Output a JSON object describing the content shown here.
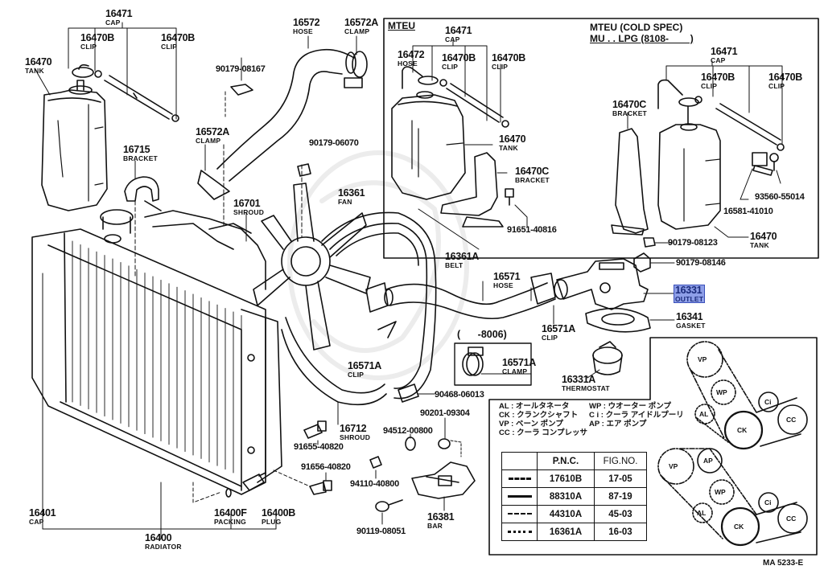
{
  "diagram": {
    "title": "Radiator & Water Outlet parts diagram",
    "reference_code": "MA 5233-E",
    "highlight_color": "#8e9fe8",
    "callouts": [
      {
        "id": "c1",
        "pn": "16471",
        "name": "CAP"
      },
      {
        "id": "c2",
        "pn": "16470B",
        "name": "CLIP"
      },
      {
        "id": "c3",
        "pn": "16470B",
        "name": "CLIP"
      },
      {
        "id": "c4",
        "pn": "16470",
        "name": "TANK"
      },
      {
        "id": "c5",
        "pn": "16572",
        "name": "HOSE"
      },
      {
        "id": "c6",
        "pn": "16572A",
        "name": "CLAMP"
      },
      {
        "id": "c7",
        "pn": "90179-08167",
        "name": ""
      },
      {
        "id": "c8",
        "pn": "16572A",
        "name": "CLAMP"
      },
      {
        "id": "c9",
        "pn": "16715",
        "name": "BRACKET"
      },
      {
        "id": "c10",
        "pn": "90179-06070",
        "name": ""
      },
      {
        "id": "c11",
        "pn": "16701",
        "name": "SHROUD"
      },
      {
        "id": "c12",
        "pn": "16361",
        "name": "FAN"
      },
      {
        "id": "c13",
        "pn": "16361A",
        "name": "BELT"
      },
      {
        "id": "c14",
        "pn": "16571",
        "name": "HOSE"
      },
      {
        "id": "c15",
        "pn": "16571A",
        "name": "CLIP"
      },
      {
        "id": "c16",
        "pn": "16571A",
        "name": "CLIP"
      },
      {
        "id": "c17",
        "pn": "16571A",
        "name": "CLAMP"
      },
      {
        "id": "c18",
        "pn": "90179-08146",
        "name": ""
      },
      {
        "id": "c19",
        "pn": "16331",
        "name": "OUTLET",
        "highlighted": true
      },
      {
        "id": "c20",
        "pn": "16341",
        "name": "GASKET"
      },
      {
        "id": "c21",
        "pn": "16331A",
        "name": "THERMOSTAT"
      },
      {
        "id": "c22",
        "pn": "90468-06013",
        "name": ""
      },
      {
        "id": "c23",
        "pn": "90201-09304",
        "name": ""
      },
      {
        "id": "c24",
        "pn": "94512-00800",
        "name": ""
      },
      {
        "id": "c25",
        "pn": "16712",
        "name": "SHROUD"
      },
      {
        "id": "c26",
        "pn": "91655-40820",
        "name": ""
      },
      {
        "id": "c27",
        "pn": "91656-40820",
        "name": ""
      },
      {
        "id": "c28",
        "pn": "94110-40800",
        "name": ""
      },
      {
        "id": "c29",
        "pn": "90119-08051",
        "name": ""
      },
      {
        "id": "c30",
        "pn": "16381",
        "name": "BAR"
      },
      {
        "id": "c31",
        "pn": "16401",
        "name": "CAP"
      },
      {
        "id": "c32",
        "pn": "16400",
        "name": "RADIATOR"
      },
      {
        "id": "c33",
        "pn": "16400F",
        "name": "PACKING"
      },
      {
        "id": "c34",
        "pn": "16400B",
        "name": "PLUG"
      }
    ],
    "date_note": {
      "open": "(",
      "text": "-8006)"
    }
  },
  "mteu_box": {
    "header": "MTEU",
    "callouts": [
      {
        "pn": "16471",
        "name": "CAP"
      },
      {
        "pn": "16472",
        "name": "HOSE"
      },
      {
        "pn": "16470B",
        "name": "CLIP"
      },
      {
        "pn": "16470B",
        "name": "CLIP"
      },
      {
        "pn": "16470",
        "name": "TANK"
      },
      {
        "pn": "16470C",
        "name": "BRACKET"
      },
      {
        "pn": "91651-40816",
        "name": ""
      }
    ]
  },
  "cold_spec_box": {
    "header_line1": "MTEU (COLD SPEC)",
    "header_line2": "MU . . LPG (8108-        )",
    "callouts": [
      {
        "pn": "16471",
        "name": "CAP"
      },
      {
        "pn": "16470B",
        "name": "CLIP"
      },
      {
        "pn": "16470B",
        "name": "CLIP"
      },
      {
        "pn": "16470C",
        "name": "BRACKET"
      },
      {
        "pn": "93560-55014",
        "name": ""
      },
      {
        "pn": "16581-41010",
        "name": ""
      },
      {
        "pn": "16470",
        "name": "TANK"
      },
      {
        "pn": "90179-08123",
        "name": ""
      }
    ]
  },
  "legend": {
    "abbreviations": [
      [
        "AL : オールタネータ",
        "WP : ウオーター ポンプ"
      ],
      [
        "CK : クランクシャフト",
        "C i : クーラ アイドルプーリ"
      ],
      [
        "VP : ベーン ポンプ",
        "AP : エア ポンプ"
      ],
      [
        "CC : クーラ コンプレッサ",
        ""
      ]
    ],
    "table": {
      "headers": [
        "",
        "P.N.C.",
        "FIG.NO."
      ],
      "rows": [
        {
          "line": "dash-dot-dot",
          "pnc": "17610B",
          "fig": "17-05"
        },
        {
          "line": "solid",
          "pnc": "88310A",
          "fig": "87-19"
        },
        {
          "line": "dash-dot",
          "pnc": "44310A",
          "fig": "45-03"
        },
        {
          "line": "dotted",
          "pnc": "16361A",
          "fig": "16-03"
        }
      ]
    }
  },
  "belt_layouts": {
    "upper": [
      "VP",
      "WP",
      "AL",
      "Ci",
      "CC",
      "CK"
    ],
    "lower": [
      "VP",
      "AP",
      "WP",
      "AL",
      "Ci",
      "CC",
      "CK"
    ]
  }
}
